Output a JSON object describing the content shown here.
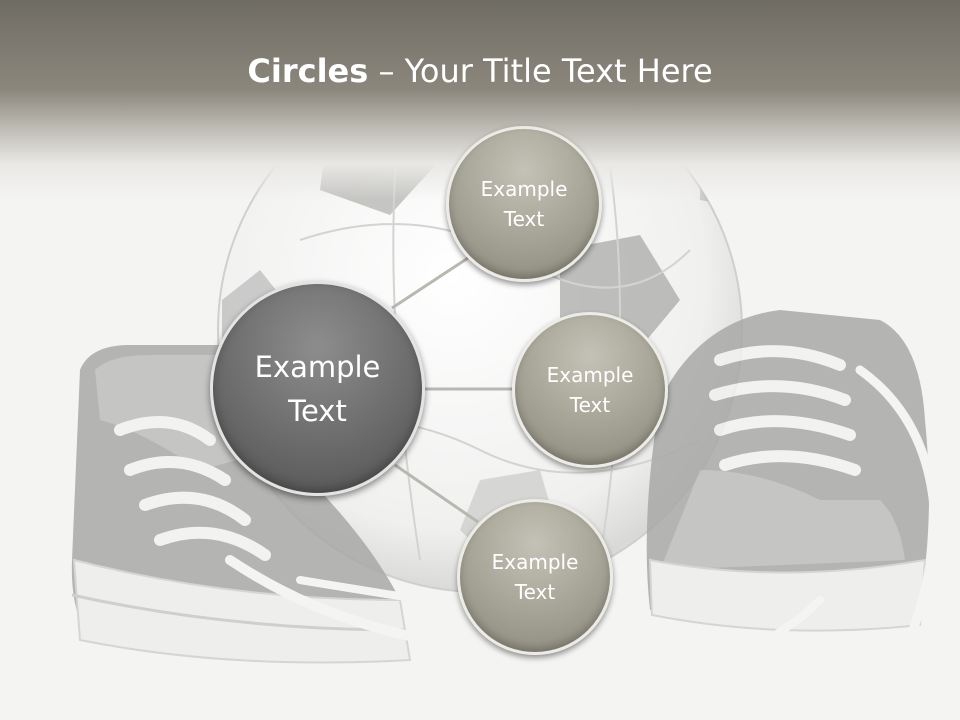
{
  "slide": {
    "title_bold": "Circles",
    "title_rest": " – Your Title Text Here"
  },
  "diagram": {
    "center": {
      "label": "Example Text"
    },
    "nodes": [
      {
        "label": "Example Text"
      },
      {
        "label": "Example Text"
      },
      {
        "label": "Example Text"
      }
    ]
  },
  "colors": {
    "header": "#7a776e",
    "center_circle": "#6b6b6b",
    "node_circle": "#a4a294",
    "connector": "#b8b7b0",
    "background": "#f4f4f3"
  },
  "background_image": {
    "icons": [
      "soccer-ball-icon",
      "sneaker-icon"
    ]
  }
}
